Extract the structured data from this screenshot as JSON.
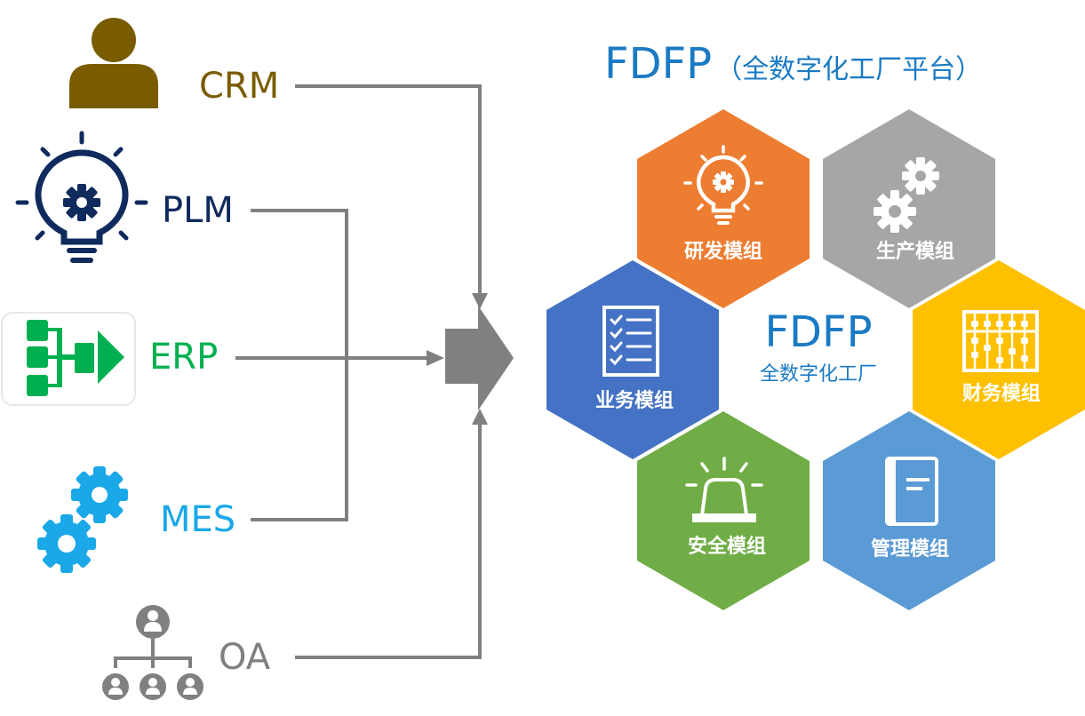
{
  "systems": [
    {
      "label": "CRM",
      "color": "#7A5C00",
      "icon": "person-icon"
    },
    {
      "label": "PLM",
      "color": "#0F2A5C",
      "icon": "lightbulb-gear-icon"
    },
    {
      "label": "ERP",
      "color": "#00B050",
      "icon": "hierarchy-arrow-icon"
    },
    {
      "label": "MES",
      "color": "#1AA8E8",
      "icon": "gears-icon"
    },
    {
      "label": "OA",
      "color": "#808080",
      "icon": "org-chart-icon"
    }
  ],
  "platform": {
    "title": "FDFP",
    "subtitle": "（全数字化工厂平台）",
    "color": "#1A7AC4"
  },
  "center": {
    "title": "FDFP",
    "subtitle": "全数字化工厂",
    "color": "#1A7AC4"
  },
  "modules": [
    {
      "label": "研发模组",
      "color": "#ED7D31",
      "icon": "lightbulb-gear-icon"
    },
    {
      "label": "生产模组",
      "color": "#A6A6A6",
      "icon": "gears-icon"
    },
    {
      "label": "业务模组",
      "color": "#4472C4",
      "icon": "checklist-icon"
    },
    {
      "label": "财务模组",
      "color": "#FFC000",
      "icon": "abacus-icon"
    },
    {
      "label": "安全模组",
      "color": "#70AD47",
      "icon": "alarm-light-icon"
    },
    {
      "label": "管理模组",
      "color": "#5B9BD5",
      "icon": "book-icon"
    }
  ],
  "connector_color": "#808080"
}
